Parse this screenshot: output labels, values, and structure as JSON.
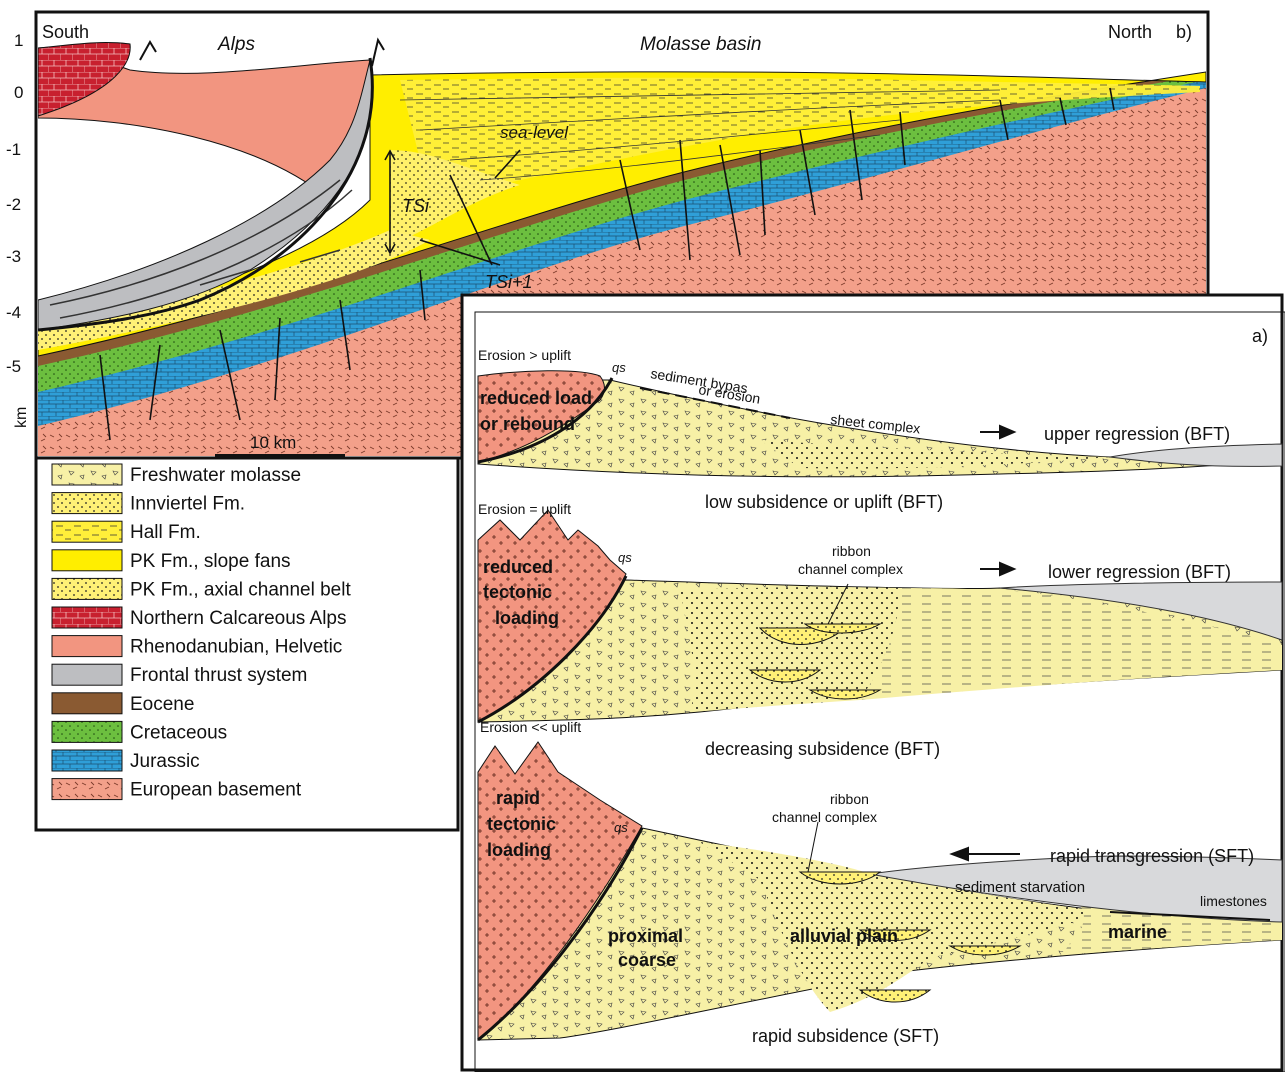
{
  "panel_b": {
    "panel_label": "b)",
    "south": "South",
    "north": "North",
    "alps": "Alps",
    "molasse": "Molasse basin",
    "sea_level": "sea-level",
    "ts_i": "TSi",
    "ts_i1": "TSi+1",
    "scale": "10 km",
    "axis_unit": "km",
    "depth_ticks": [
      "1",
      "0",
      "-1",
      "-2",
      "-3",
      "-4",
      "-5"
    ]
  },
  "legend": [
    {
      "label": "Freshwater molasse",
      "color": "#f7f0a6"
    },
    {
      "label": "Innviertel Fm.",
      "color": "#ffee55"
    },
    {
      "label": "Hall Fm.",
      "color": "#fff176"
    },
    {
      "label": "PK Fm., slope fans",
      "color": "#ffee00"
    },
    {
      "label": "PK Fm., axial channel belt",
      "color": "#fff266"
    },
    {
      "label": "Northern Calcareous Alps",
      "color": "#c8202f"
    },
    {
      "label": "Rhenodanubian, Helvetic",
      "color": "#f29580"
    },
    {
      "label": "Frontal thrust system",
      "color": "#bdbec1"
    },
    {
      "label": "Eocene",
      "color": "#8a5a32"
    },
    {
      "label": "Cretaceous",
      "color": "#6cbf3f"
    },
    {
      "label": "Jurassic",
      "color": "#2f9fd8"
    },
    {
      "label": "European basement",
      "color": "#f3a08a"
    }
  ],
  "panel_a": {
    "panel_label": "a)",
    "s1": {
      "erosion": "Erosion > uplift",
      "qs": "qs",
      "bypass_1": "sediment bypas",
      "bypass_2": "or erosion",
      "load_1": "reduced load",
      "load_2": "or rebound",
      "sheet": "sheet complex",
      "regression": "upper regression (BFT)",
      "subsidence": "low subsidence or uplift (BFT)"
    },
    "s2": {
      "erosion": "Erosion = uplift",
      "qs": "qs",
      "load_1": "reduced",
      "load_2": "tectonic",
      "load_3": "loading",
      "ribbon_1": "ribbon",
      "ribbon_2": "channel complex",
      "regression": "lower regression (BFT)",
      "subsidence": "decreasing subsidence (BFT)"
    },
    "s3": {
      "erosion": "Erosion << uplift",
      "qs": "qs",
      "load_1": "rapid",
      "load_2": "tectonic",
      "load_3": "loading",
      "ribbon_1": "ribbon",
      "ribbon_2": "channel complex",
      "transgression": "rapid transgression (SFT)",
      "starvation": "sediment starvation",
      "limestones": "limestones",
      "proximal_1": "proximal",
      "proximal_2": "coarse",
      "alluvial": "alluvial plain",
      "marine": "marine",
      "subsidence": "rapid subsidence (SFT)"
    }
  }
}
